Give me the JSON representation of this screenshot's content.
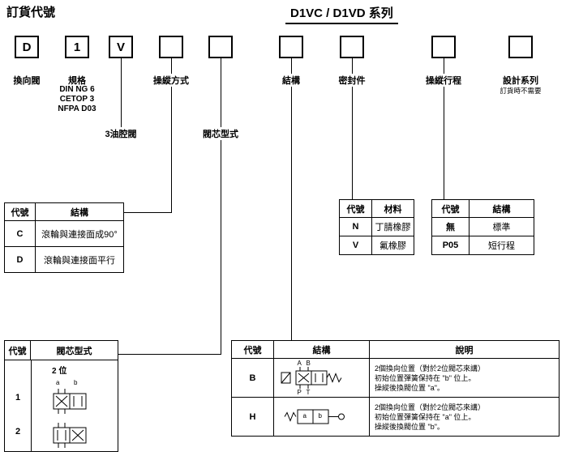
{
  "header": {
    "title_left": "訂貨代號",
    "title_center": "D1VC / D1VD 系列"
  },
  "code_boxes": [
    {
      "label": "D"
    },
    {
      "label": "1"
    },
    {
      "label": "V"
    },
    {
      "label": ""
    },
    {
      "label": ""
    },
    {
      "label": ""
    },
    {
      "label": ""
    },
    {
      "label": ""
    },
    {
      "label": ""
    }
  ],
  "captions": {
    "valve_type": "換向閥",
    "spec": "規格",
    "spec_lines": [
      "DIN NG 6",
      "CETOP 3",
      "NFPA D03"
    ],
    "chamber": "3油腔閥",
    "operation": "操縱方式",
    "spool_type": "閥芯型式",
    "structure": "結構",
    "seal": "密封件",
    "stroke": "操縱行程",
    "design_series": "設計系列",
    "design_note": "訂貨時不需要"
  },
  "operation_table": {
    "headers": [
      "代號",
      "結構"
    ],
    "rows": [
      {
        "code": "C",
        "value": "滾輪與連接面成90°"
      },
      {
        "code": "D",
        "value": "滾輪與連接面平行"
      }
    ]
  },
  "seal_table": {
    "headers": [
      "代號",
      "材料"
    ],
    "rows": [
      {
        "code": "N",
        "value": "丁腈橡膠"
      },
      {
        "code": "V",
        "value": "氟橡膠"
      }
    ]
  },
  "stroke_table": {
    "headers": [
      "代號",
      "結構"
    ],
    "rows": [
      {
        "code": "無",
        "value": "標準"
      },
      {
        "code": "P05",
        "value": "短行程"
      }
    ]
  },
  "spool_table": {
    "headers": [
      "代號",
      "閥芯型式"
    ],
    "position_label": "2 位",
    "rows": [
      {
        "code": "1",
        "symbol": "spool-symbol-1"
      },
      {
        "code": "2",
        "symbol": "spool-symbol-2"
      }
    ]
  },
  "function_table": {
    "headers": [
      "代號",
      "結構",
      "說明"
    ],
    "rows": [
      {
        "code": "B",
        "symbol": "valve-symbol-b",
        "desc": [
          "2個換向位置（對於2位閥芯來講）",
          "初始位置彈簧保持在 \"b\" 位上。",
          "操縱後換閥位置 \"a\"。"
        ]
      },
      {
        "code": "H",
        "symbol": "valve-symbol-h",
        "desc": [
          "2個換向位置（對於2位閥芯來講）",
          "初始位置彈簧保持在 \"a\" 位上。",
          "操縱後換閥位置 \"b\"。"
        ]
      }
    ]
  },
  "symbols": {
    "spool": {
      "pos_a": "a",
      "pos_b": "b"
    },
    "valve_b": {
      "port_a": "A",
      "port_b": "B",
      "port_p": "P",
      "port_t": "T"
    },
    "valve_h": {
      "pos_a": "a",
      "pos_b": "b"
    }
  }
}
